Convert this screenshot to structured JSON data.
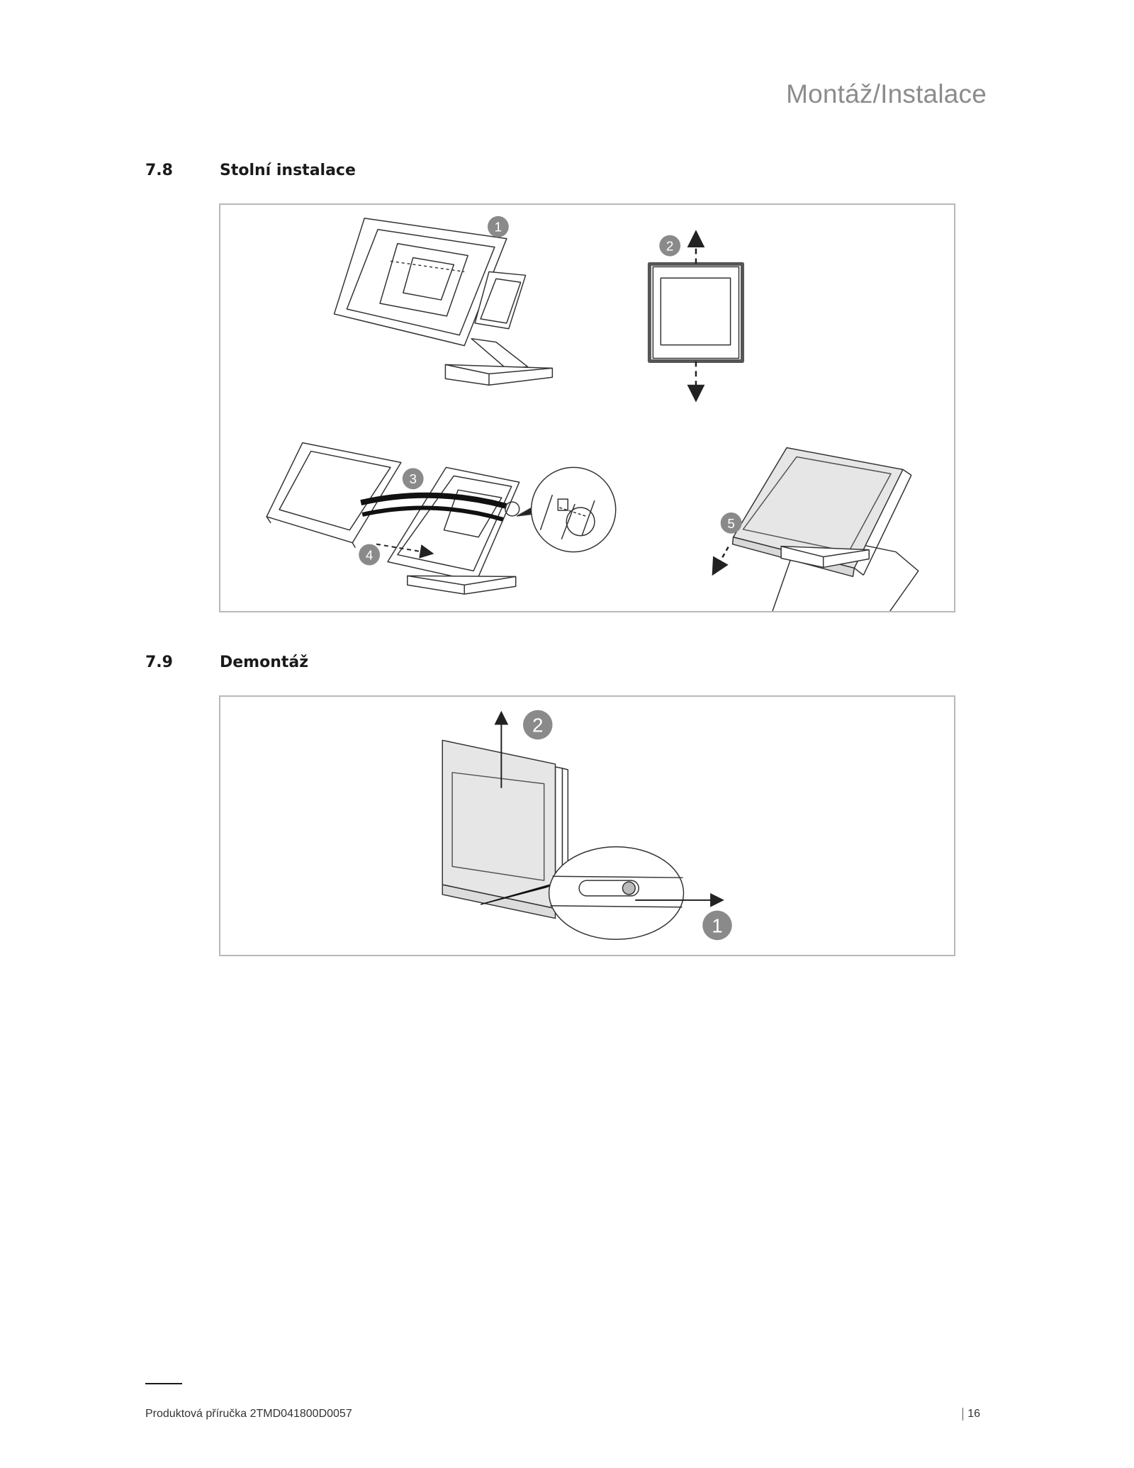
{
  "header": {
    "title": "Montáž/Instalace"
  },
  "sections": [
    {
      "number": "7.8",
      "title": "Stolní instalace",
      "figure": {
        "step_labels": [
          "1",
          "2",
          "3",
          "4",
          "5"
        ]
      }
    },
    {
      "number": "7.9",
      "title": "Demontáž",
      "figure": {
        "step_labels": [
          "2",
          "1"
        ]
      }
    }
  ],
  "footer": {
    "document": "Produktová příručka 2TMD041800D0057",
    "page": "16"
  },
  "colors": {
    "badge": "#8a8a8a",
    "frame_border": "#b9b9b9",
    "device_fill": "#e6e6e6",
    "line": "#333333"
  }
}
